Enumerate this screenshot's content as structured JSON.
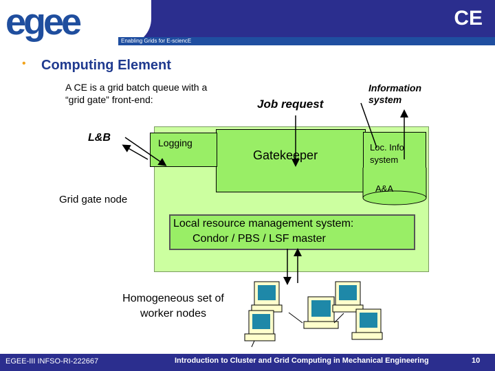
{
  "header": {
    "logo_text": "egee",
    "title": "CE",
    "tagline": "Enabling Grids for E-sciencE"
  },
  "slide": {
    "bullet": "•",
    "title": "Computing Element",
    "intro": "A CE is a grid batch queue with a “grid gate” front-end:",
    "lb": "L&B",
    "job_request": "Job request",
    "information_system": "Information system",
    "logging": "Logging",
    "gatekeeper": "Gatekeeper",
    "loc_info": "Loc. Info system",
    "aa": "A&A",
    "grid_gate_node": "Grid gate node",
    "lrms_line1": "Local resource management system:",
    "lrms_line2": "Condor / PBS / LSF master",
    "worker_nodes": "Homogeneous set of worker nodes"
  },
  "footer": {
    "left": "EGEE-III INFSO-RI-222667",
    "center": "Introduction to Cluster and Grid Computing in Mechanical Engineering",
    "page": "10"
  },
  "colors": {
    "header_blue": "#2b2e8e",
    "node_green": "#ccffa0",
    "component_green": "#99ee66",
    "title_blue": "#1f3a8f",
    "bullet_orange": "#f2a31b"
  }
}
